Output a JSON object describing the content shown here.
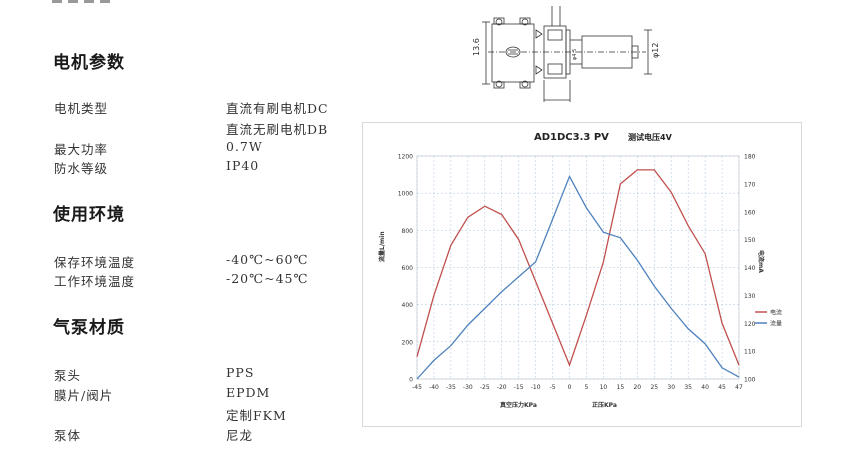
{
  "sections": {
    "motor": {
      "title": "电机参数",
      "rows": [
        {
          "label": "电机类型",
          "values": [
            "直流有刷电机DC",
            "直流无刷电机DB"
          ]
        },
        {
          "label": "最大功率",
          "values": [
            "0.7W"
          ]
        },
        {
          "label": "防水等级",
          "values": [
            "IP40"
          ]
        }
      ]
    },
    "env": {
      "title": "使用环境",
      "rows": [
        {
          "label": "保存环境温度",
          "values": [
            "-40℃~60℃"
          ]
        },
        {
          "label": "工作环境温度",
          "values": [
            "-20℃~45℃"
          ]
        }
      ]
    },
    "material": {
      "title": "气泵材质",
      "rows": [
        {
          "label": "泵头",
          "values": [
            "PPS"
          ]
        },
        {
          "label": "膜片/阀片",
          "values": [
            "EPDM",
            "定制FKM"
          ]
        },
        {
          "label": "泵体",
          "values": [
            "尼龙"
          ]
        }
      ]
    }
  },
  "drawing": {
    "dim_height": "13.6",
    "dim_diameter": "φ12",
    "dim_small": "φ4.5"
  },
  "chart_data": {
    "type": "line",
    "title": "AD1DC3.3 PV",
    "subtitle": "测试电压4V",
    "xlabel_left": "真空压力KPa",
    "xlabel_right": "正压KPa",
    "ylabel_left": "流量L/min",
    "ylabel_right": "电流mA",
    "x_ticks": [
      "-45",
      "-40",
      "-35",
      "-30",
      "-25",
      "-20",
      "-15",
      "-10",
      "-5",
      "0",
      "5",
      "10",
      "15",
      "20",
      "25",
      "30",
      "35",
      "40",
      "45",
      "47"
    ],
    "y_left_ticks": [
      "0",
      "200",
      "400",
      "600",
      "800",
      "1000",
      "1200"
    ],
    "y_right_ticks": [
      "100",
      "110",
      "120",
      "130",
      "140",
      "150",
      "160",
      "170",
      "180"
    ],
    "y_left_range": [
      0,
      1200
    ],
    "y_right_range": [
      100,
      180
    ],
    "legend_position": "right",
    "grid": true,
    "series": [
      {
        "name": "电流",
        "axis": "right",
        "color": "#c0504d",
        "values": [
          108,
          130,
          148,
          158,
          162,
          159,
          150,
          135,
          120,
          105,
          123,
          142,
          170,
          175,
          175,
          167,
          155,
          145,
          120,
          105
        ]
      },
      {
        "name": "流量",
        "axis": "left",
        "color": "#4f81bd",
        "values": [
          0,
          100,
          180,
          290,
          380,
          470,
          550,
          630,
          860,
          1090,
          920,
          790,
          760,
          640,
          500,
          380,
          270,
          190,
          60,
          10
        ]
      }
    ]
  }
}
